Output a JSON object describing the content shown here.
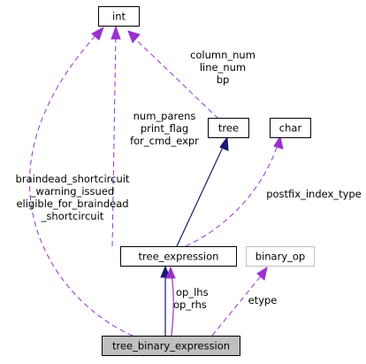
{
  "nodes": {
    "int": "int",
    "tree": "tree",
    "char": "char",
    "tree_expression": "tree_expression",
    "binary_op": "binary_op",
    "tree_binary_expression": "tree_binary_expression"
  },
  "edge_labels": {
    "tree_to_int": [
      "column_num",
      "line_num",
      "bp"
    ],
    "tree_expression_to_int": [
      "num_parens",
      "print_flag",
      "for_cmd_expr"
    ],
    "binary_expression_to_int": [
      "braindead_shortcircuit",
      "_warning_issued",
      "eligible_for_braindead",
      "_shortcircuit"
    ],
    "tree_expression_to_char": [
      "postfix_index_type"
    ],
    "binary_expression_to_tree_expression": [
      "op_lhs",
      "op_rhs"
    ],
    "binary_expression_to_binary_op": [
      "etype"
    ]
  },
  "colors": {
    "dashed_edge": "#9a32cd",
    "inheritance_edge": "#191970",
    "focus_fill": "#bfbfbf",
    "undocumented_border": "#bfbfbf"
  }
}
